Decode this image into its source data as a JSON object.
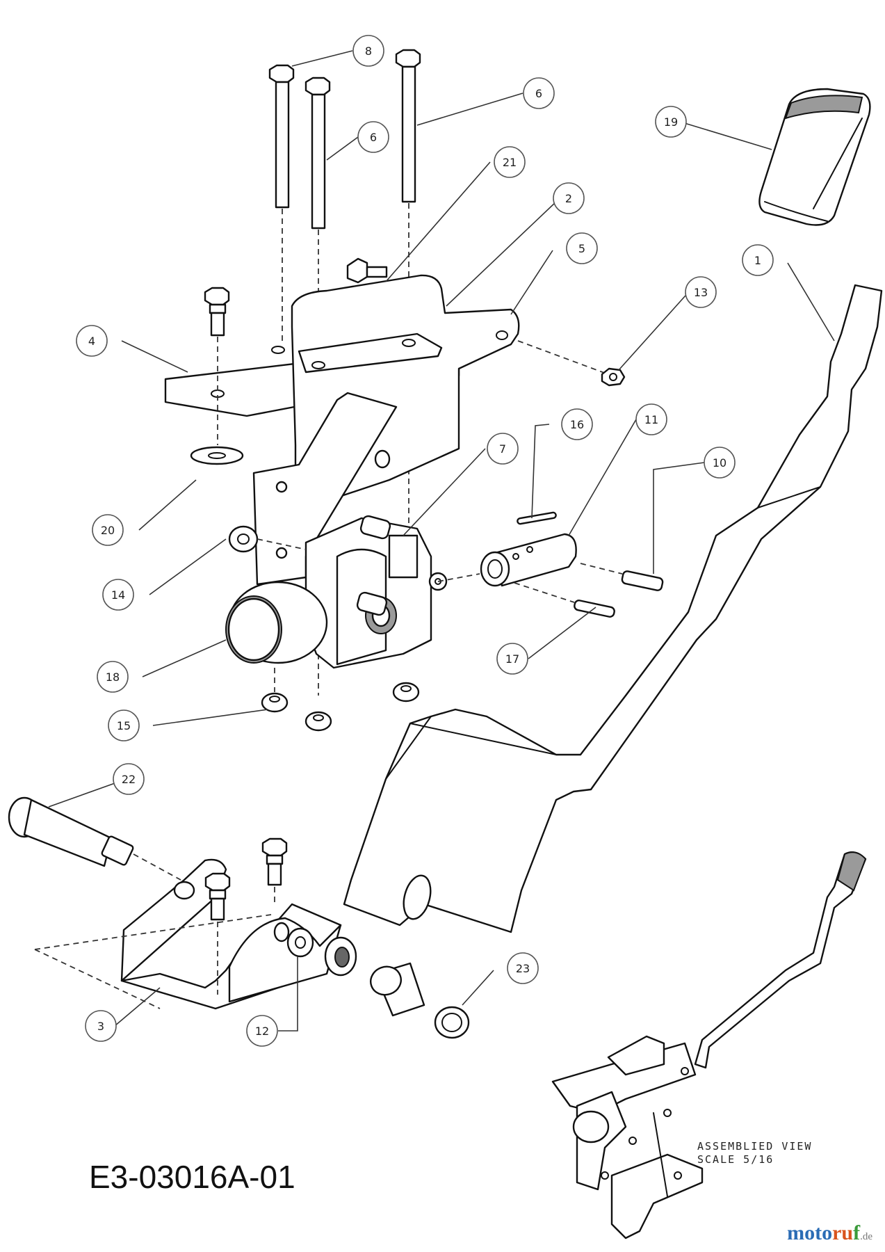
{
  "diagram": {
    "code": "E3-03016A-01",
    "assembled_view": {
      "line1": "ASSEMBLIED VIEW",
      "line2": "SCALE 5/16"
    },
    "callouts": [
      {
        "id": "8",
        "label": "8"
      },
      {
        "id": "6a",
        "label": "6"
      },
      {
        "id": "6b",
        "label": "6"
      },
      {
        "id": "19",
        "label": "19"
      },
      {
        "id": "21",
        "label": "21"
      },
      {
        "id": "2",
        "label": "2"
      },
      {
        "id": "5",
        "label": "5"
      },
      {
        "id": "1",
        "label": "1"
      },
      {
        "id": "13",
        "label": "13"
      },
      {
        "id": "4",
        "label": "4"
      },
      {
        "id": "16",
        "label": "16"
      },
      {
        "id": "11",
        "label": "11"
      },
      {
        "id": "7",
        "label": "7"
      },
      {
        "id": "10",
        "label": "10"
      },
      {
        "id": "20",
        "label": "20"
      },
      {
        "id": "14",
        "label": "14"
      },
      {
        "id": "17",
        "label": "17"
      },
      {
        "id": "18",
        "label": "18"
      },
      {
        "id": "15",
        "label": "15"
      },
      {
        "id": "22",
        "label": "22"
      },
      {
        "id": "23",
        "label": "23"
      },
      {
        "id": "3",
        "label": "3"
      },
      {
        "id": "12",
        "label": "12"
      }
    ]
  },
  "watermark": {
    "part_a": "moto",
    "part_b": "ru",
    "part_c": "f",
    "part_d": ".de"
  }
}
